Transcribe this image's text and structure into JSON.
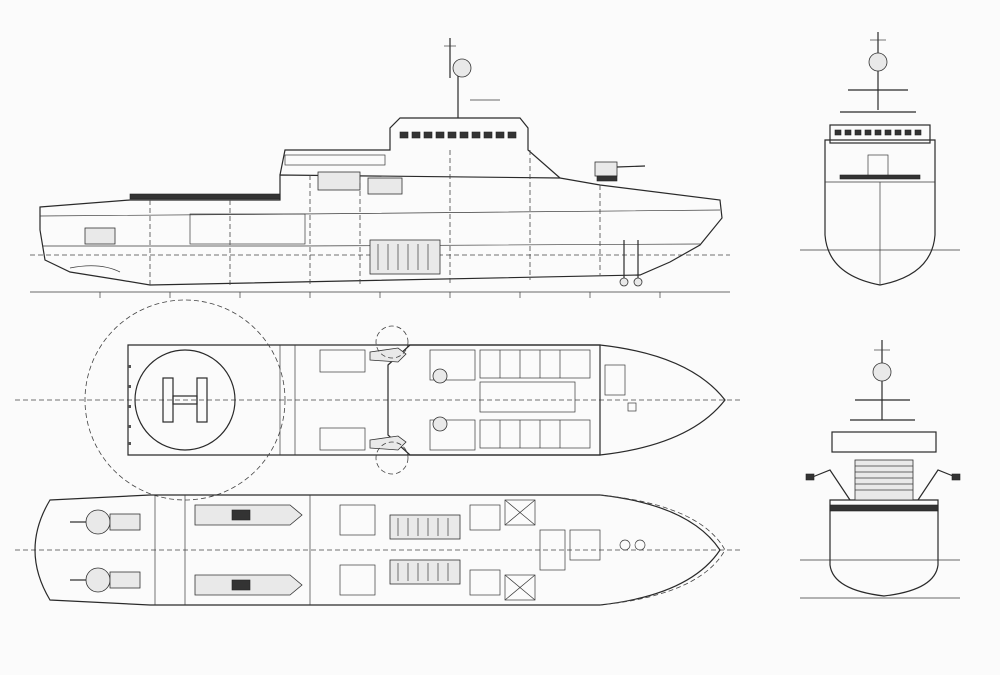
{
  "drawing": {
    "title": "",
    "views": {
      "side": "side-profile",
      "top_deck": "top-deck-plan",
      "lower_deck": "lower-deck-plan",
      "front": "bow-elevation",
      "rear": "stern-elevation"
    },
    "icons": {
      "helipad": "helipad-h-marking",
      "boats": "rigid-hull-boat",
      "gun": "deck-gun",
      "radar": "radar-dome"
    }
  }
}
